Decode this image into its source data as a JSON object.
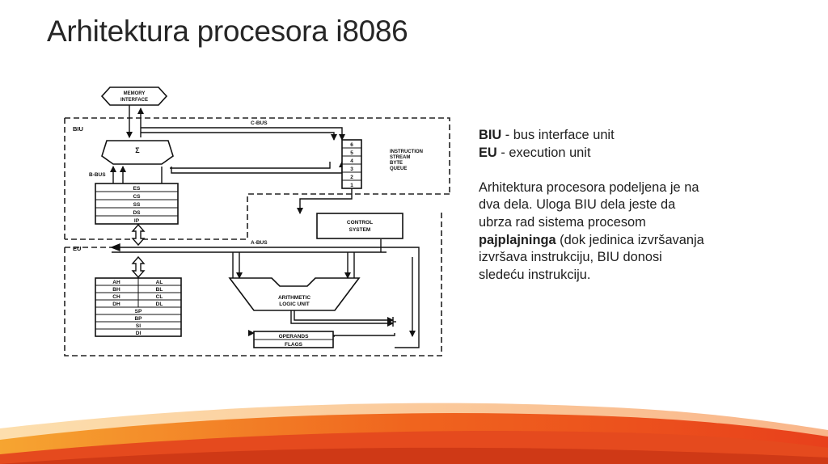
{
  "slide": {
    "title": "Arhitektura procesora i8086",
    "accent_colors": {
      "orange": "#f0641e",
      "yellow": "#f6a531",
      "red": "#e8401c"
    }
  },
  "diagram": {
    "memory_interface": [
      "MEMORY",
      "INTERFACE"
    ],
    "biu_label": "BIU",
    "eu_label": "EU",
    "cbus_label": "C-BUS",
    "bbus_label": "B-BUS",
    "abus_label": "A-BUS",
    "sigma": "Σ",
    "queue_label": [
      "INSTRUCTION",
      "STREAM",
      "BYTE",
      "QUEUE"
    ],
    "queue_cells": [
      "6",
      "5",
      "4",
      "3",
      "2",
      "1"
    ],
    "segment_registers": [
      "ES",
      "CS",
      "SS",
      "DS",
      "IP"
    ],
    "control_system": [
      "CONTROL",
      "SYSTEM"
    ],
    "general_registers": [
      [
        "AH",
        "AL"
      ],
      [
        "BH",
        "BL"
      ],
      [
        "CH",
        "CL"
      ],
      [
        "DH",
        "DL"
      ]
    ],
    "pointer_registers": [
      "SP",
      "BP",
      "SI",
      "DI"
    ],
    "alu_label": [
      "ARITHMETIC",
      "LOGIC UNIT"
    ],
    "operands_label": "OPERANDS",
    "flags_label": "FLAGS"
  },
  "notes": {
    "biu_abbr": "BIU",
    "biu_def": " - bus interface unit",
    "eu_abbr": "EU",
    "eu_def": " - execution unit",
    "para_line1": "Arhitektura procesora podeljena je na",
    "para_line2": "dva dela. Uloga BIU dela jeste da",
    "para_line3": "ubrza rad sistema procesom",
    "para_bold": "pajplajninga",
    "para_line4_rest": " (dok jedinica izvršavanja",
    "para_line5": "izvršava instrukciju, BIU donosi",
    "para_line6": "sledeću instrukciju."
  }
}
